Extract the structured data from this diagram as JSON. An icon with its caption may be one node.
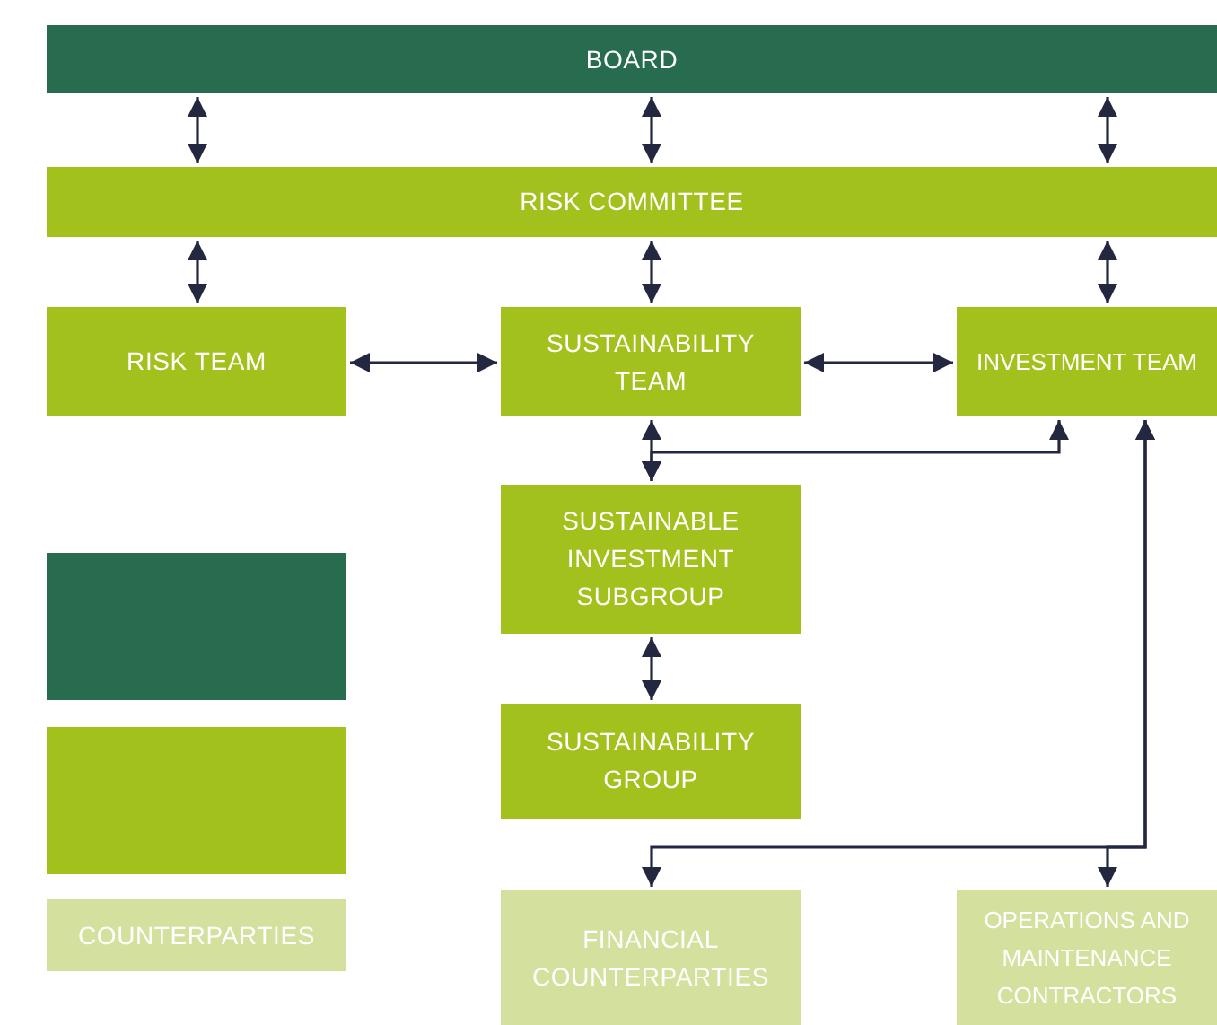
{
  "diagram": {
    "nodes": [
      {
        "text": [
          "BOARD"
        ]
      },
      {
        "text": [
          "RISK COMMITTEE"
        ]
      },
      {
        "text": [
          "RISK TEAM"
        ]
      },
      {
        "text": [
          "SUSTAINABILITY TEAM"
        ]
      },
      {
        "text": [
          "INVESTMENT TEAM"
        ]
      },
      {
        "text": [
          "SUSTAINABLE INVESTMENT SUBGROUP"
        ]
      },
      {
        "text": [
          "SUSTAINABILITY GROUP"
        ]
      },
      {
        "text": [],
        "shape": "box"
      },
      {
        "text": [],
        "shape": "box"
      },
      {
        "text": [
          "COUNTERPARTIES"
        ]
      },
      {
        "text": [
          "FINANCIAL COUNTERPARTIES"
        ]
      },
      {
        "text": [
          "OPERATIONS AND MAINTENANCE CONTRACTORS"
        ]
      }
    ],
    "edges": [
      {
        "from": 0,
        "to": 1,
        "arrow": "both"
      },
      {
        "from": 0,
        "to": 1,
        "arrow": "both"
      },
      {
        "from": 0,
        "to": 1,
        "arrow": "both"
      },
      {
        "from": 1,
        "to": 2,
        "arrow": "both"
      },
      {
        "from": 1,
        "to": 3,
        "arrow": "both"
      },
      {
        "from": 1,
        "to": 4,
        "arrow": "both"
      },
      {
        "from": 2,
        "to": 3,
        "arrow": "both"
      },
      {
        "from": 3,
        "to": 4,
        "arrow": "both"
      },
      {
        "from": 3,
        "to": 5,
        "arrow": "both"
      },
      {
        "from": 5,
        "to": 4,
        "arrow": "both"
      },
      {
        "from": 5,
        "to": 6,
        "arrow": "both"
      },
      {
        "from": 4,
        "to": 10,
        "arrow": "both"
      },
      {
        "from": 4,
        "to": 11,
        "arrow": "both"
      }
    ]
  }
}
